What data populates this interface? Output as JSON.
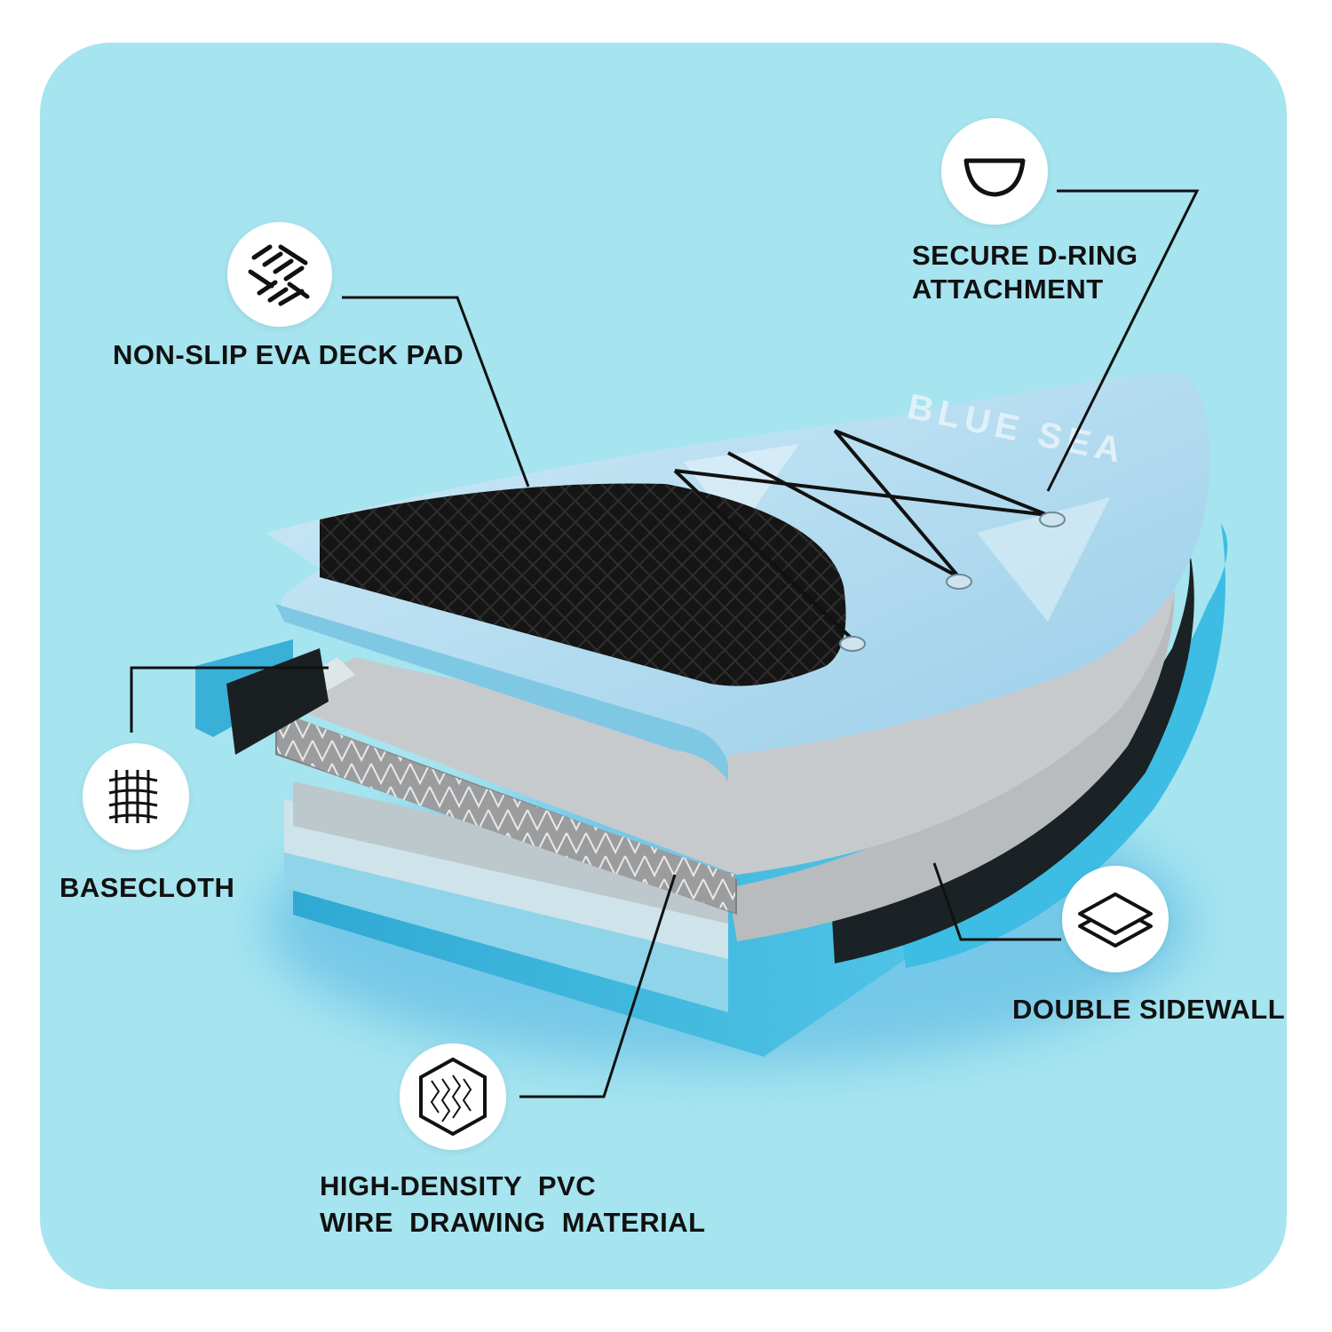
{
  "colors": {
    "background": "#a6e4ef",
    "deck_light": "#b7def2",
    "deck_pad": "#141414",
    "core_gray": "#8d8f91",
    "rail_blue": "#38b6dc",
    "sidewall_black": "#1b2226"
  },
  "brand_text": "BLUE SEA",
  "features": [
    {
      "id": "deck-pad",
      "label": "NON-SLIP EVA DECK PAD",
      "icon": "weave-pattern-icon"
    },
    {
      "id": "d-ring",
      "label_line1": "SECURE D-RING",
      "label_line2": "ATTACHMENT",
      "icon": "d-ring-icon"
    },
    {
      "id": "basecloth",
      "label": "BASECLOTH",
      "icon": "basecloth-icon"
    },
    {
      "id": "sidewall",
      "label": "DOUBLE SIDEWALL",
      "icon": "layers-icon"
    },
    {
      "id": "pvc",
      "label_line1": "HIGH-DENSITY  PVC",
      "label_line2": "WIRE  DRAWING  MATERIAL",
      "icon": "drop-stitch-hexagon-icon"
    }
  ]
}
